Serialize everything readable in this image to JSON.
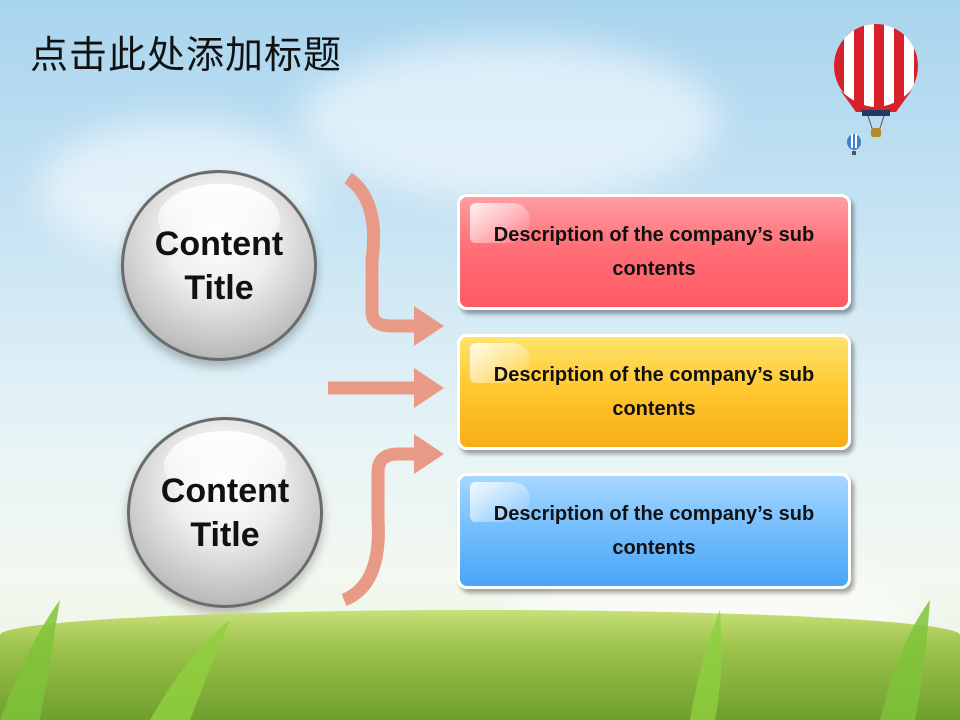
{
  "slide": {
    "title": "点击此处添加标题",
    "circles": [
      {
        "label": "Content\nTitle"
      },
      {
        "label": "Content\nTitle"
      }
    ],
    "boxes": [
      {
        "text": "Description of the company’s sub contents",
        "color": "#ff6a72"
      },
      {
        "text": "Description of the company’s sub contents",
        "color": "#ffc62e"
      },
      {
        "text": "Description of the company’s sub contents",
        "color": "#6ab8fc"
      }
    ],
    "arrow_color": "#e99a86",
    "icons": [
      "hot-air-balloon-icon",
      "small-hot-air-balloon-icon"
    ]
  }
}
